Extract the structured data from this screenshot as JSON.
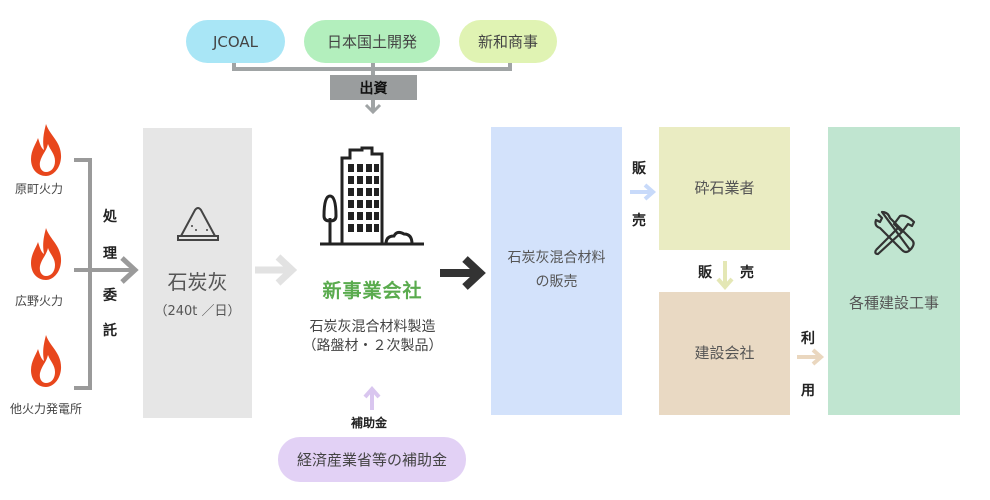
{
  "investors": [
    {
      "label": "JCOAL",
      "color": "#a9e6f6"
    },
    {
      "label": "日本国土開発",
      "color": "#b3efbd"
    },
    {
      "label": "新和商事",
      "color": "#e0f3b3"
    }
  ],
  "investment_label": "出資",
  "plants": [
    "原町火力",
    "広野火力",
    "他火力発電所"
  ],
  "consignment_chars": [
    "処",
    "理",
    "委",
    "託"
  ],
  "coal_ash": {
    "title": "石炭灰",
    "amount": "（240t ／日）"
  },
  "company": {
    "title": "新事業会社",
    "desc_line1": "石炭灰混合材料製造",
    "desc_line2": "（路盤材・２次製品）"
  },
  "subsidy": {
    "label": "補助金",
    "source": "経済産業省等の補助金"
  },
  "sales_box": {
    "line1": "石炭灰混合材料",
    "line2": "の販売"
  },
  "sell_chars": [
    "販",
    "売"
  ],
  "crusher": "砕石業者",
  "sell2_chars": [
    "販",
    "売"
  ],
  "construction_company": "建設会社",
  "use_chars": [
    "利",
    "用"
  ],
  "construction_works": "各種建設工事",
  "colors": {
    "flame": "#e8461c",
    "accent_green": "#5aab4e",
    "gray_box": "#e6e6e6",
    "blue_box": "#d3e2fb",
    "yellow_box": "#eaecc2",
    "tan_box": "#e9d9c3",
    "green_box": "#c0e5d0",
    "purple": "#e2d1f5"
  }
}
